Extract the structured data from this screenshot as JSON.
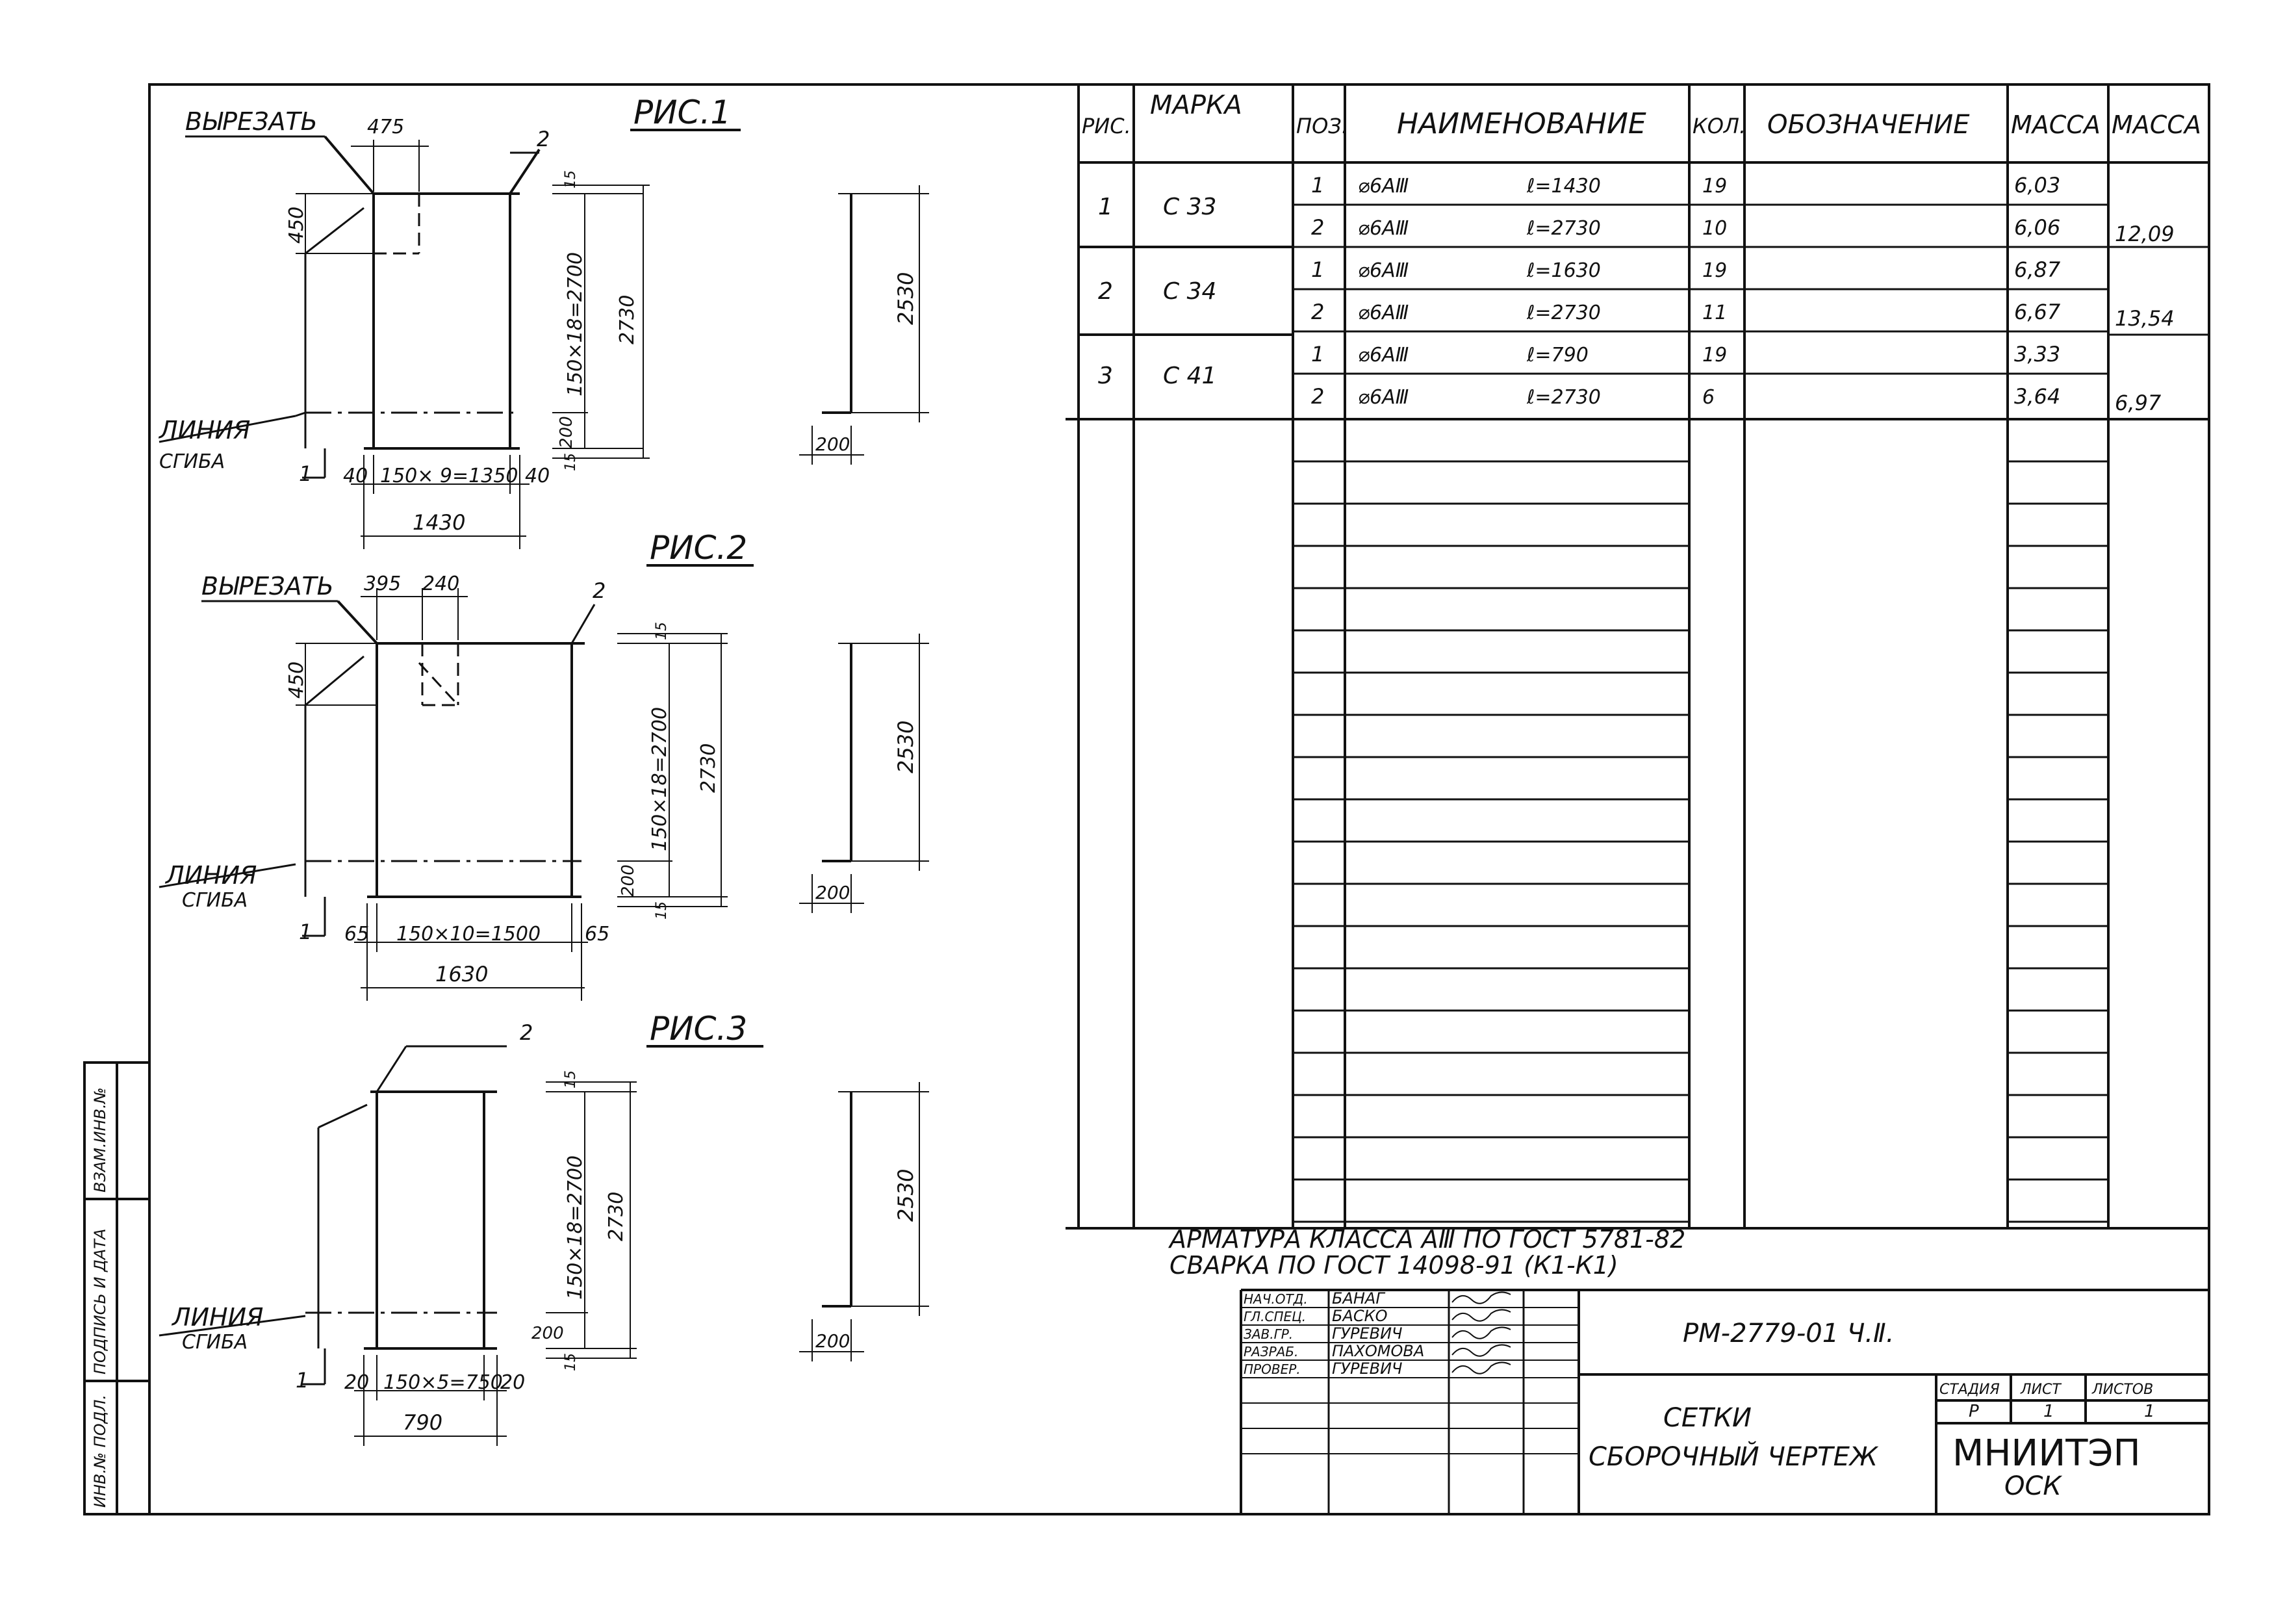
{
  "figures": [
    {
      "title": "РИС.1",
      "cut_label": "ВЫРЕЗАТЬ",
      "bend_label_1": "ЛИНИЯ",
      "bend_label_2": "СГИБА",
      "pos_top": "2",
      "pos_bottom": "1",
      "dims": {
        "top": "475",
        "left": "450",
        "inner_h": "150×18=2700",
        "outer_h": "2730",
        "bottom_offset": "200",
        "edge_top": "15",
        "edge_bottom": "15",
        "left_edge": "40",
        "inner_w": "150× 9=1350",
        "right_edge": "40",
        "overall_w": "1430",
        "side_h": "2530",
        "side_w": "200"
      }
    },
    {
      "title": "РИС.2",
      "cut_label": "ВЫРЕЗАТЬ",
      "bend_label_1": "ЛИНИЯ",
      "bend_label_2": "СГИБА",
      "pos_top": "2",
      "pos_bottom": "1",
      "dims": {
        "top_a": "395",
        "top_b": "240",
        "left": "450",
        "inner_h": "150×18=2700",
        "outer_h": "2730",
        "bottom_offset": "200",
        "edge_top": "15",
        "edge_bottom": "15",
        "left_edge": "65",
        "inner_w": "150×10=1500",
        "right_edge": "65",
        "overall_w": "1630",
        "side_h": "2530",
        "side_w": "200"
      }
    },
    {
      "title": "РИС.3",
      "bend_label_1": "ЛИНИЯ",
      "bend_label_2": "СГИБА",
      "pos_top": "2",
      "pos_bottom": "1",
      "dims": {
        "inner_h": "150×18=2700",
        "outer_h": "2730",
        "bottom_offset": "200",
        "edge_top": "15",
        "edge_bottom": "15",
        "left_edge": "20",
        "inner_w": "150×5=750",
        "right_edge": "20",
        "overall_w": "790",
        "side_h": "2530",
        "side_w": "200"
      }
    }
  ],
  "spec_table": {
    "headers": [
      "РИС.",
      "МАРКА",
      "ПОЗ.",
      "НАИМЕНОВАНИЕ",
      "КОЛ.",
      "ОБОЗНАЧЕНИЕ",
      "МАССА",
      "МАССА"
    ],
    "rows": [
      {
        "fig": "1",
        "mark": "С 33",
        "pos": "1",
        "name": "⌀6АⅢ",
        "length": "ℓ=1430",
        "qty": "19",
        "mass": "6,03",
        "total": ""
      },
      {
        "fig": "",
        "mark": "",
        "pos": "2",
        "name": "⌀6АⅢ",
        "length": "ℓ=2730",
        "qty": "10",
        "mass": "6,06",
        "total": "12,09"
      },
      {
        "fig": "2",
        "mark": "С 34",
        "pos": "1",
        "name": "⌀6АⅢ",
        "length": "ℓ=1630",
        "qty": "19",
        "mass": "6,87",
        "total": ""
      },
      {
        "fig": "",
        "mark": "",
        "pos": "2",
        "name": "⌀6АⅢ",
        "length": "ℓ=2730",
        "qty": "11",
        "mass": "6,67",
        "total": "13,54"
      },
      {
        "fig": "3",
        "mark": "С 41",
        "pos": "1",
        "name": "⌀6АⅢ",
        "length": "ℓ=790",
        "qty": "19",
        "mass": "3,33",
        "total": ""
      },
      {
        "fig": "",
        "mark": "",
        "pos": "2",
        "name": "⌀6АⅢ",
        "length": "ℓ=2730",
        "qty": "6",
        "mass": "3,64",
        "total": "6,97"
      }
    ]
  },
  "notes": {
    "line1": "АРМАТУРА КЛАССА АⅢ ПО ГОСТ 5781-82",
    "line2": "СВАРКА ПО ГОСТ 14098-91 (К1-К1)"
  },
  "side_stamp": {
    "label1": "ВЗАМ.ИНВ.№",
    "label2": "ПОДПИСЬ И ДАТА",
    "label3": "ИНВ.№ ПОДЛ."
  },
  "title_block": {
    "code": "РМ-2779-01 Ч.Ⅱ.",
    "roles": [
      {
        "role": "НАЧ.ОТД.",
        "name": "БАНАГ"
      },
      {
        "role": "ГЛ.СПЕЦ.",
        "name": "БАСКО"
      },
      {
        "role": "ЗАВ.ГР.",
        "name": "ГУРЕВИЧ"
      },
      {
        "role": "РАЗРАБ.",
        "name": "ПАХОМОВА"
      },
      {
        "role": "ПРОВЕР.",
        "name": "ГУРЕВИЧ"
      }
    ],
    "title_line1": "СЕТКИ",
    "title_line2": "СБОРОЧНЫЙ ЧЕРТЕЖ",
    "stage_label": "СТАДИЯ",
    "sheet_label": "ЛИСТ",
    "sheets_label": "ЛИСТОВ",
    "stage": "Р",
    "sheet": "1",
    "sheets": "1",
    "org_line1": "МНИИТЭП",
    "org_line2": "ОСК"
  }
}
